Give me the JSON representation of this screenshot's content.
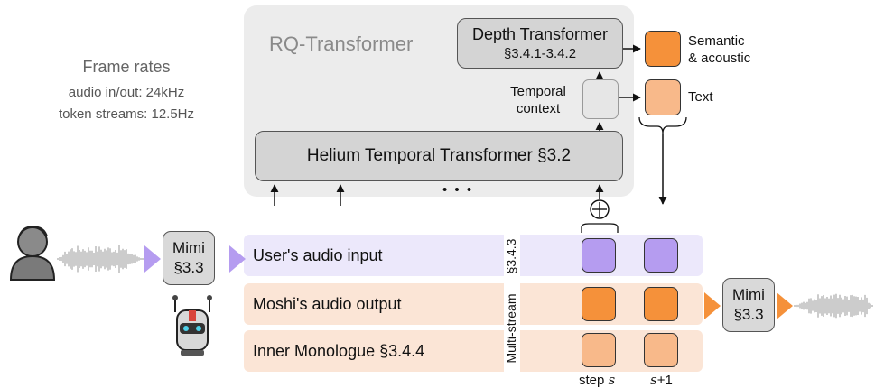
{
  "rq_transformer": {
    "title": "RQ-Transformer",
    "depth_line1": "Depth Transformer",
    "depth_line2": "§3.4.1-3.4.2",
    "helium": "Helium Temporal  Transformer §3.2",
    "temporal_line1": "Temporal",
    "temporal_line2": "context",
    "ellipsis": "• • •"
  },
  "frame_rates": {
    "title": "Frame rates",
    "audio": "audio in/out: 24kHz",
    "tokens": "token streams: 12.5Hz"
  },
  "outputs": {
    "semantic_line1": "Semantic",
    "semantic_line2": "& acoustic",
    "text": "Text"
  },
  "streams": {
    "user_audio": "User's audio input",
    "moshi_audio": "Moshi's audio output",
    "inner_monologue": "Inner Monologue §3.4.4",
    "section": "§3.4.3",
    "multistream": "Multi-stream"
  },
  "mimi_in": {
    "line1": "Mimi",
    "line2": "§3.3"
  },
  "mimi_out": {
    "line1": "Mimi",
    "line2": "§3.3"
  },
  "steps": {
    "step_prefix": "step ",
    "step_var": "s",
    "next_var": "s",
    "next_suffix": "+1"
  },
  "colors": {
    "user_stream_bg": "#ece8fb",
    "moshi_stream_bg": "#fbe5d6",
    "purple_token": "#b59cf0",
    "orange_token": "#f5913a",
    "peach_token": "#f8b98a"
  },
  "icons": [
    "user-icon",
    "robot-icon",
    "waveform-input",
    "waveform-output",
    "sum-icon"
  ]
}
